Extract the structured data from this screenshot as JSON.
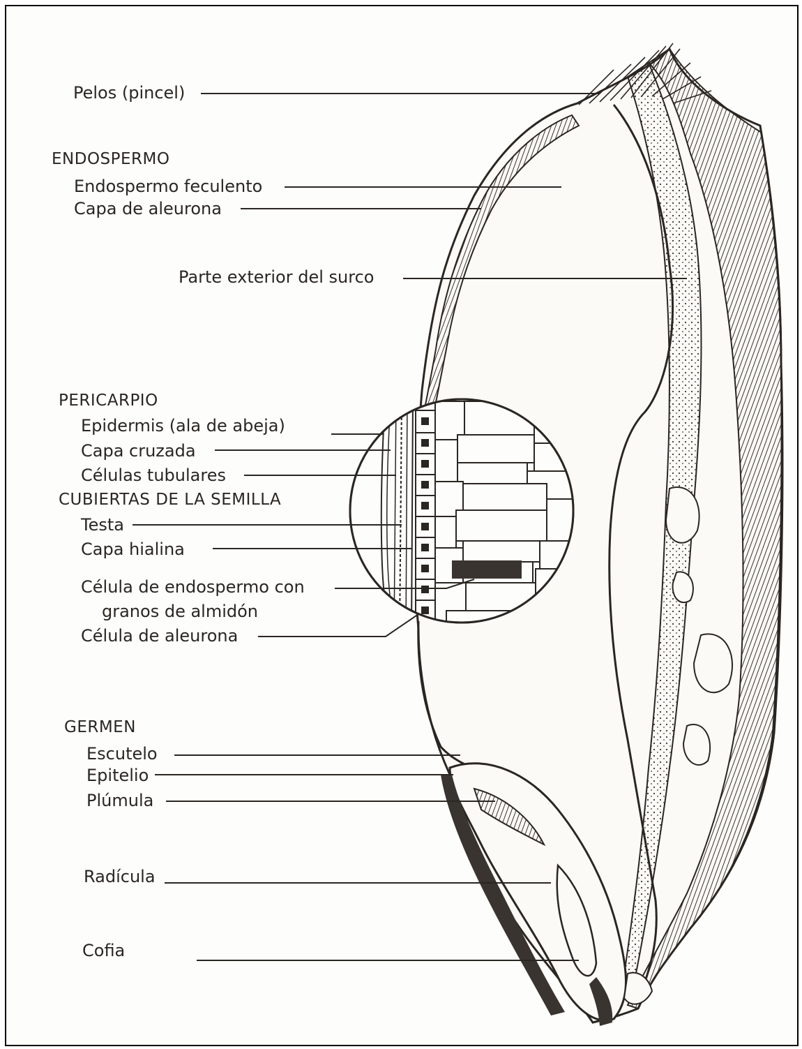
{
  "labels": {
    "pelos": "Pelos (pincel)",
    "endospermo": "ENDOSPERMO",
    "endospermo_feculento": "Endospermo feculento",
    "capa_aleurona": "Capa de aleurona",
    "parte_exterior_surco": "Parte exterior del surco",
    "pericarpio": "PERICARPIO",
    "epidermis": "Epidermis (ala de abeja)",
    "capa_cruzada": "Capa cruzada",
    "celulas_tubulares": "Células tubulares",
    "cubiertas_semilla": "CUBIERTAS DE LA SEMILLA",
    "testa": "Testa",
    "capa_hialina": "Capa hialina",
    "celula_endospermo_1": "Célula de endospermo con",
    "celula_endospermo_2": "granos de almidón",
    "celula_aleurona": "Célula de aleurona",
    "germen": "GERMEN",
    "escutelo": "Escutelo",
    "epitelio": "Epitelio",
    "plumula": "Plúmula",
    "radicula": "Radícula",
    "cofia": "Cofia"
  },
  "colors": {
    "ink": "#2a2622",
    "dark_fill": "#3a3430",
    "paper": "#fdfdfb"
  }
}
